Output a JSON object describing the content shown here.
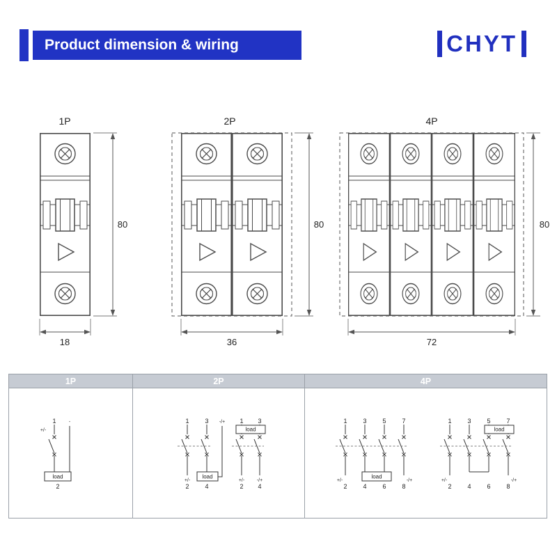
{
  "header": {
    "title": "Product dimension & wiring",
    "logo_text": "CHYT",
    "brand_color": "#2133c4"
  },
  "dimension_section": {
    "units": [
      {
        "label": "1P",
        "width_mm": "18",
        "height_mm": "80"
      },
      {
        "label": "2P",
        "width_mm": "36",
        "height_mm": "80"
      },
      {
        "label": "4P",
        "width_mm": "72",
        "height_mm": "80"
      }
    ]
  },
  "wiring_section": {
    "columns": [
      "1P",
      "2P",
      "4P"
    ],
    "p1": {
      "terminal_top": "1",
      "mark_left": "+/-",
      "mark_right": "-",
      "load_label": "load",
      "terminal_bottom": "2"
    },
    "p2a": {
      "terminals_top": [
        "1",
        "3"
      ],
      "return_mark": "-/+",
      "marks_bottom": [
        "+/-"
      ],
      "load_label": "load",
      "terminals_bottom": [
        "2",
        "4"
      ]
    },
    "p2b": {
      "terminals_top": [
        "1",
        "3"
      ],
      "load_label": "load",
      "marks_bottom": [
        "+/-",
        "-/+"
      ],
      "terminals_bottom": [
        "2",
        "4"
      ]
    },
    "p4a": {
      "terminals_top": [
        "1",
        "3",
        "5",
        "7"
      ],
      "load_label": "load",
      "marks_bottom": [
        "+/-",
        "-/+"
      ],
      "terminals_bottom": [
        "2",
        "4",
        "6",
        "8"
      ]
    },
    "p4b": {
      "terminals_top": [
        "1",
        "3",
        "5",
        "7"
      ],
      "load_label": "load",
      "marks_bottom": [
        "+/-",
        "-/+"
      ],
      "terminals_bottom": [
        "2",
        "4",
        "6",
        "8"
      ]
    }
  }
}
